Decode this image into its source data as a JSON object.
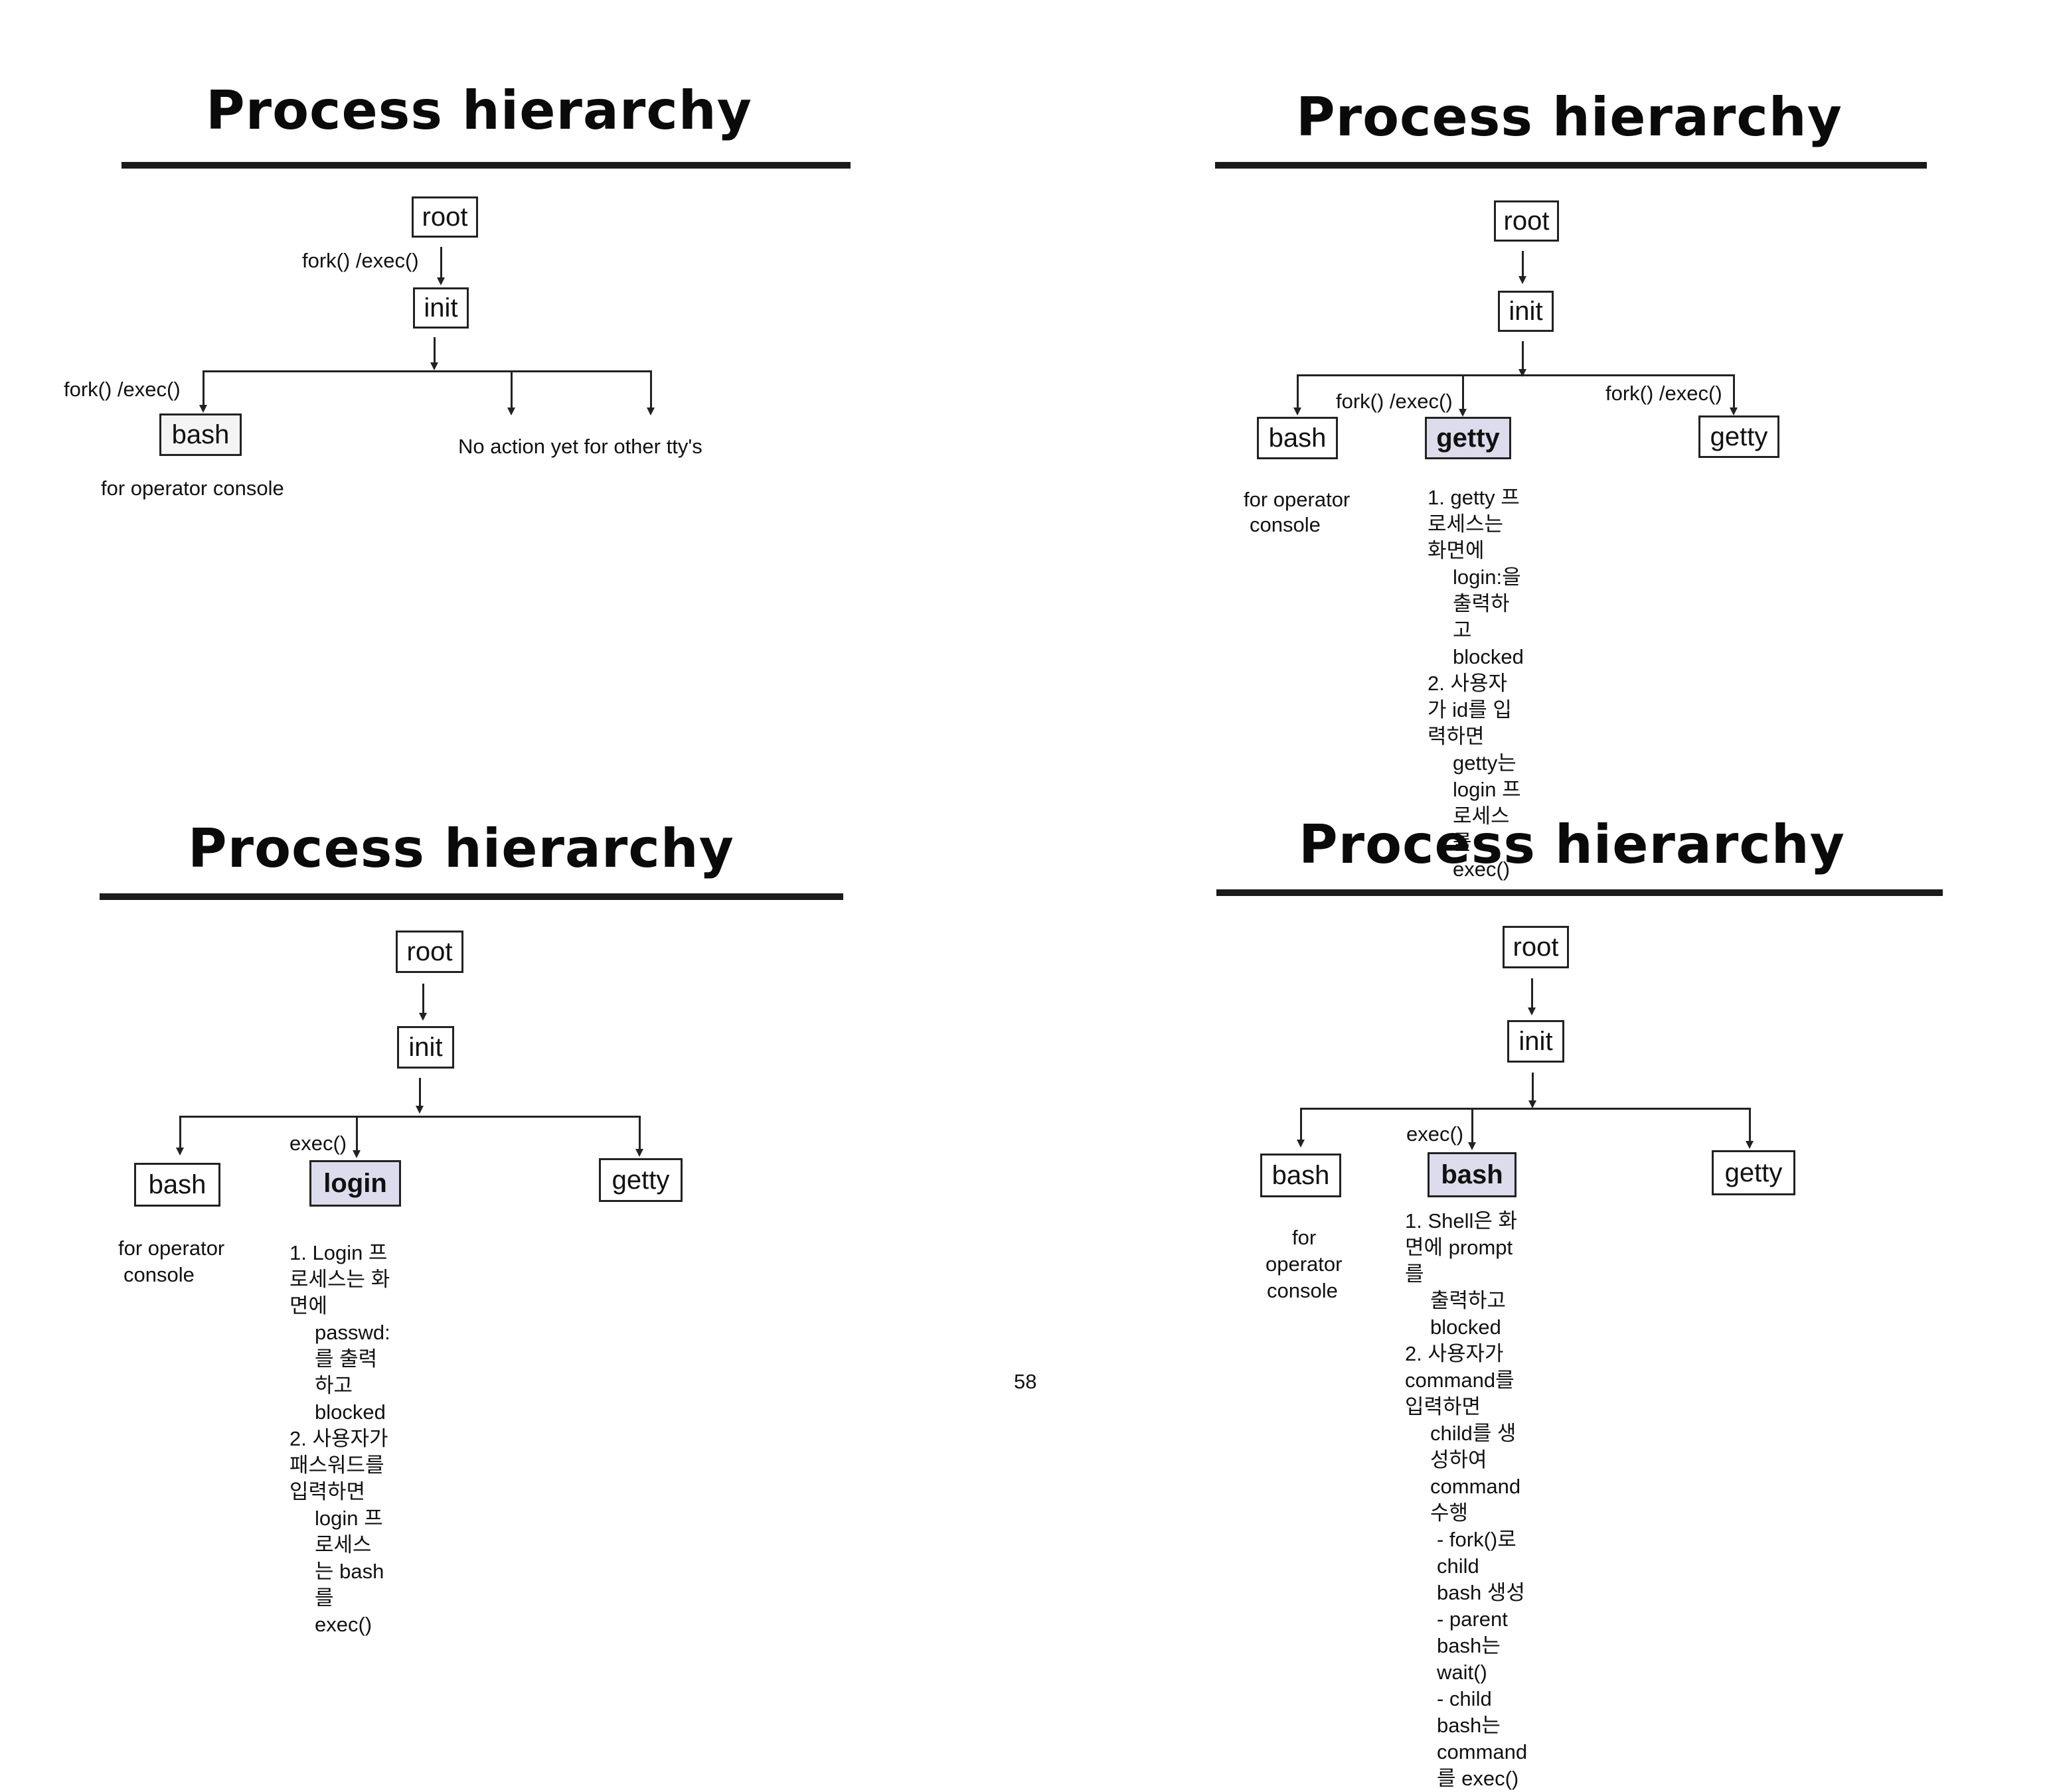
{
  "page_number": "58",
  "slides": [
    {
      "title": "Process hierarchy",
      "nodes": {
        "root": "root",
        "init": "init",
        "bash": "bash"
      },
      "labels": {
        "fork_init": "fork() /exec()",
        "fork_bash": "fork() /exec()",
        "no_action": "No action yet for other tty's",
        "operator": "for operator  console"
      }
    },
    {
      "title": "Process hierarchy",
      "nodes": {
        "root": "root",
        "init": "init",
        "bash": "bash",
        "getty_mid": "getty",
        "getty_right": "getty"
      },
      "labels": {
        "fork_mid": "fork() /exec()",
        "fork_right": "fork() /exec()",
        "operator_1": "for operator",
        "operator_2": "console"
      },
      "notes": [
        "1. getty 프로세스는 화면에",
        "login:을 출력하고 blocked",
        "2. 사용자가 id를 입력하면",
        "getty는 login 프로세스를 exec()"
      ]
    },
    {
      "title": "Process hierarchy",
      "nodes": {
        "root": "root",
        "init": "init",
        "bash": "bash",
        "login": "login",
        "getty": "getty"
      },
      "labels": {
        "exec": "exec()",
        "operator_1": "for operator",
        "operator_2": "console"
      },
      "notes": [
        "1. Login 프로세스는 화면에",
        "passwd: 를 출력하고 blocked",
        "2. 사용자가 패스워드를 입력하면",
        "login 프로세스는 bash를 exec()"
      ]
    },
    {
      "title": "Process hierarchy",
      "nodes": {
        "root": "root",
        "init": "init",
        "bash": "bash",
        "bash_mid": "bash",
        "getty": "getty"
      },
      "labels": {
        "exec": "exec()",
        "operator_1": "for",
        "operator_2": "operator",
        "operator_3": "console"
      },
      "notes": [
        "1. Shell은 화면에 prompt를",
        "출력하고 blocked",
        "2. 사용자가 command를 입력하면",
        "child를 생성하여 command 수행",
        "- fork()로 child bash 생성",
        "- parent bash는 wait()",
        "- child bash는 command를 exec()"
      ]
    }
  ]
}
